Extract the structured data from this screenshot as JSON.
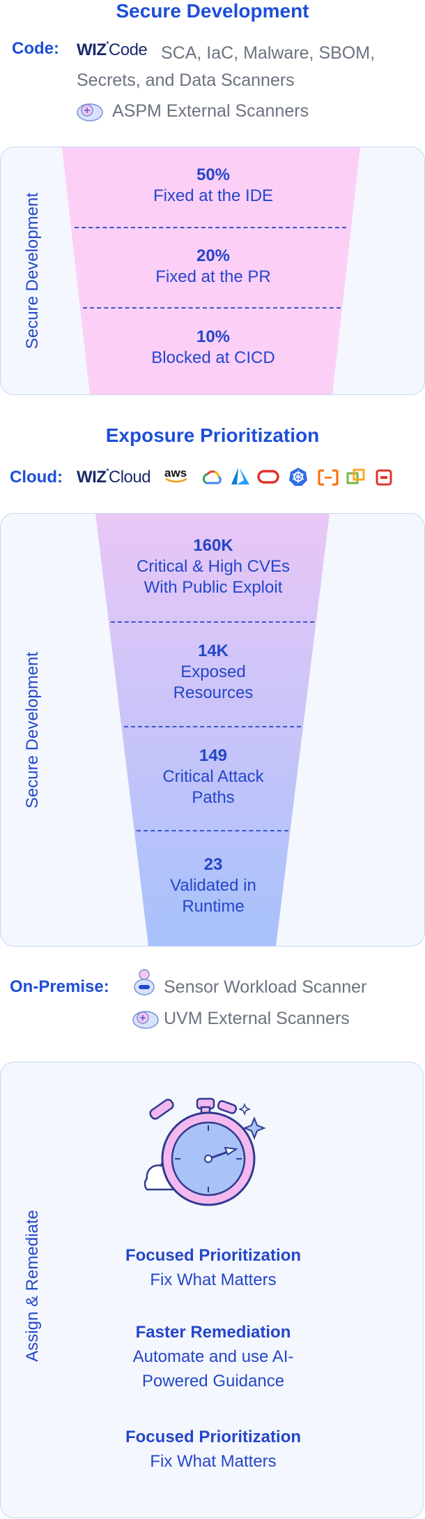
{
  "section1": {
    "title": "Secure Development",
    "code_label": "Code:",
    "brand_main": "WIZ",
    "brand_sub": "Code",
    "scanners_line1": "SCA, IaC, Malware, SBOM,",
    "scanners_line2": "Secrets, and Data Scanners",
    "aspm": "ASPM External Scanners",
    "side_label": "Secure Development",
    "stages": [
      {
        "value": "50%",
        "label": "Fixed at the IDE"
      },
      {
        "value": "20%",
        "label": "Fixed at the PR"
      },
      {
        "value": "10%",
        "label": "Blocked at CICD"
      }
    ]
  },
  "section2": {
    "title": "Exposure Prioritization",
    "cloud_label": "Cloud:",
    "brand_main": "WIZ",
    "brand_sub": "Cloud",
    "aws": "aws",
    "side_label": "Secure Development",
    "stages": [
      {
        "value": "160K",
        "label1": "Critical & High CVEs",
        "label2": "With Public Exploit"
      },
      {
        "value": "14K",
        "label1": "Exposed",
        "label2": "Resources"
      },
      {
        "value": "149",
        "label1": "Critical Attack",
        "label2": "Paths"
      },
      {
        "value": "23",
        "label1": "Validated in",
        "label2": "Runtime"
      }
    ]
  },
  "onprem": {
    "label": "On-Premise:",
    "sensor": "Sensor Workload Scanner",
    "uvm": "UVM External Scanners"
  },
  "section3": {
    "side_label": "Assign & Remediate",
    "items": [
      {
        "title": "Focused Prioritization",
        "line1": "Fix What Matters",
        "line2": ""
      },
      {
        "title": "Faster Remediation",
        "line1": "Automate and use AI-",
        "line2": "Powered Guidance"
      },
      {
        "title": "Focused Prioritization",
        "line1": "Fix What Matters",
        "line2": ""
      }
    ]
  },
  "colors": {
    "accent": "#1d4ed8",
    "funnel1": "#fccff7",
    "funnel2_top": "#e9c7f6",
    "funnel2_bottom": "#a7c1fb"
  }
}
